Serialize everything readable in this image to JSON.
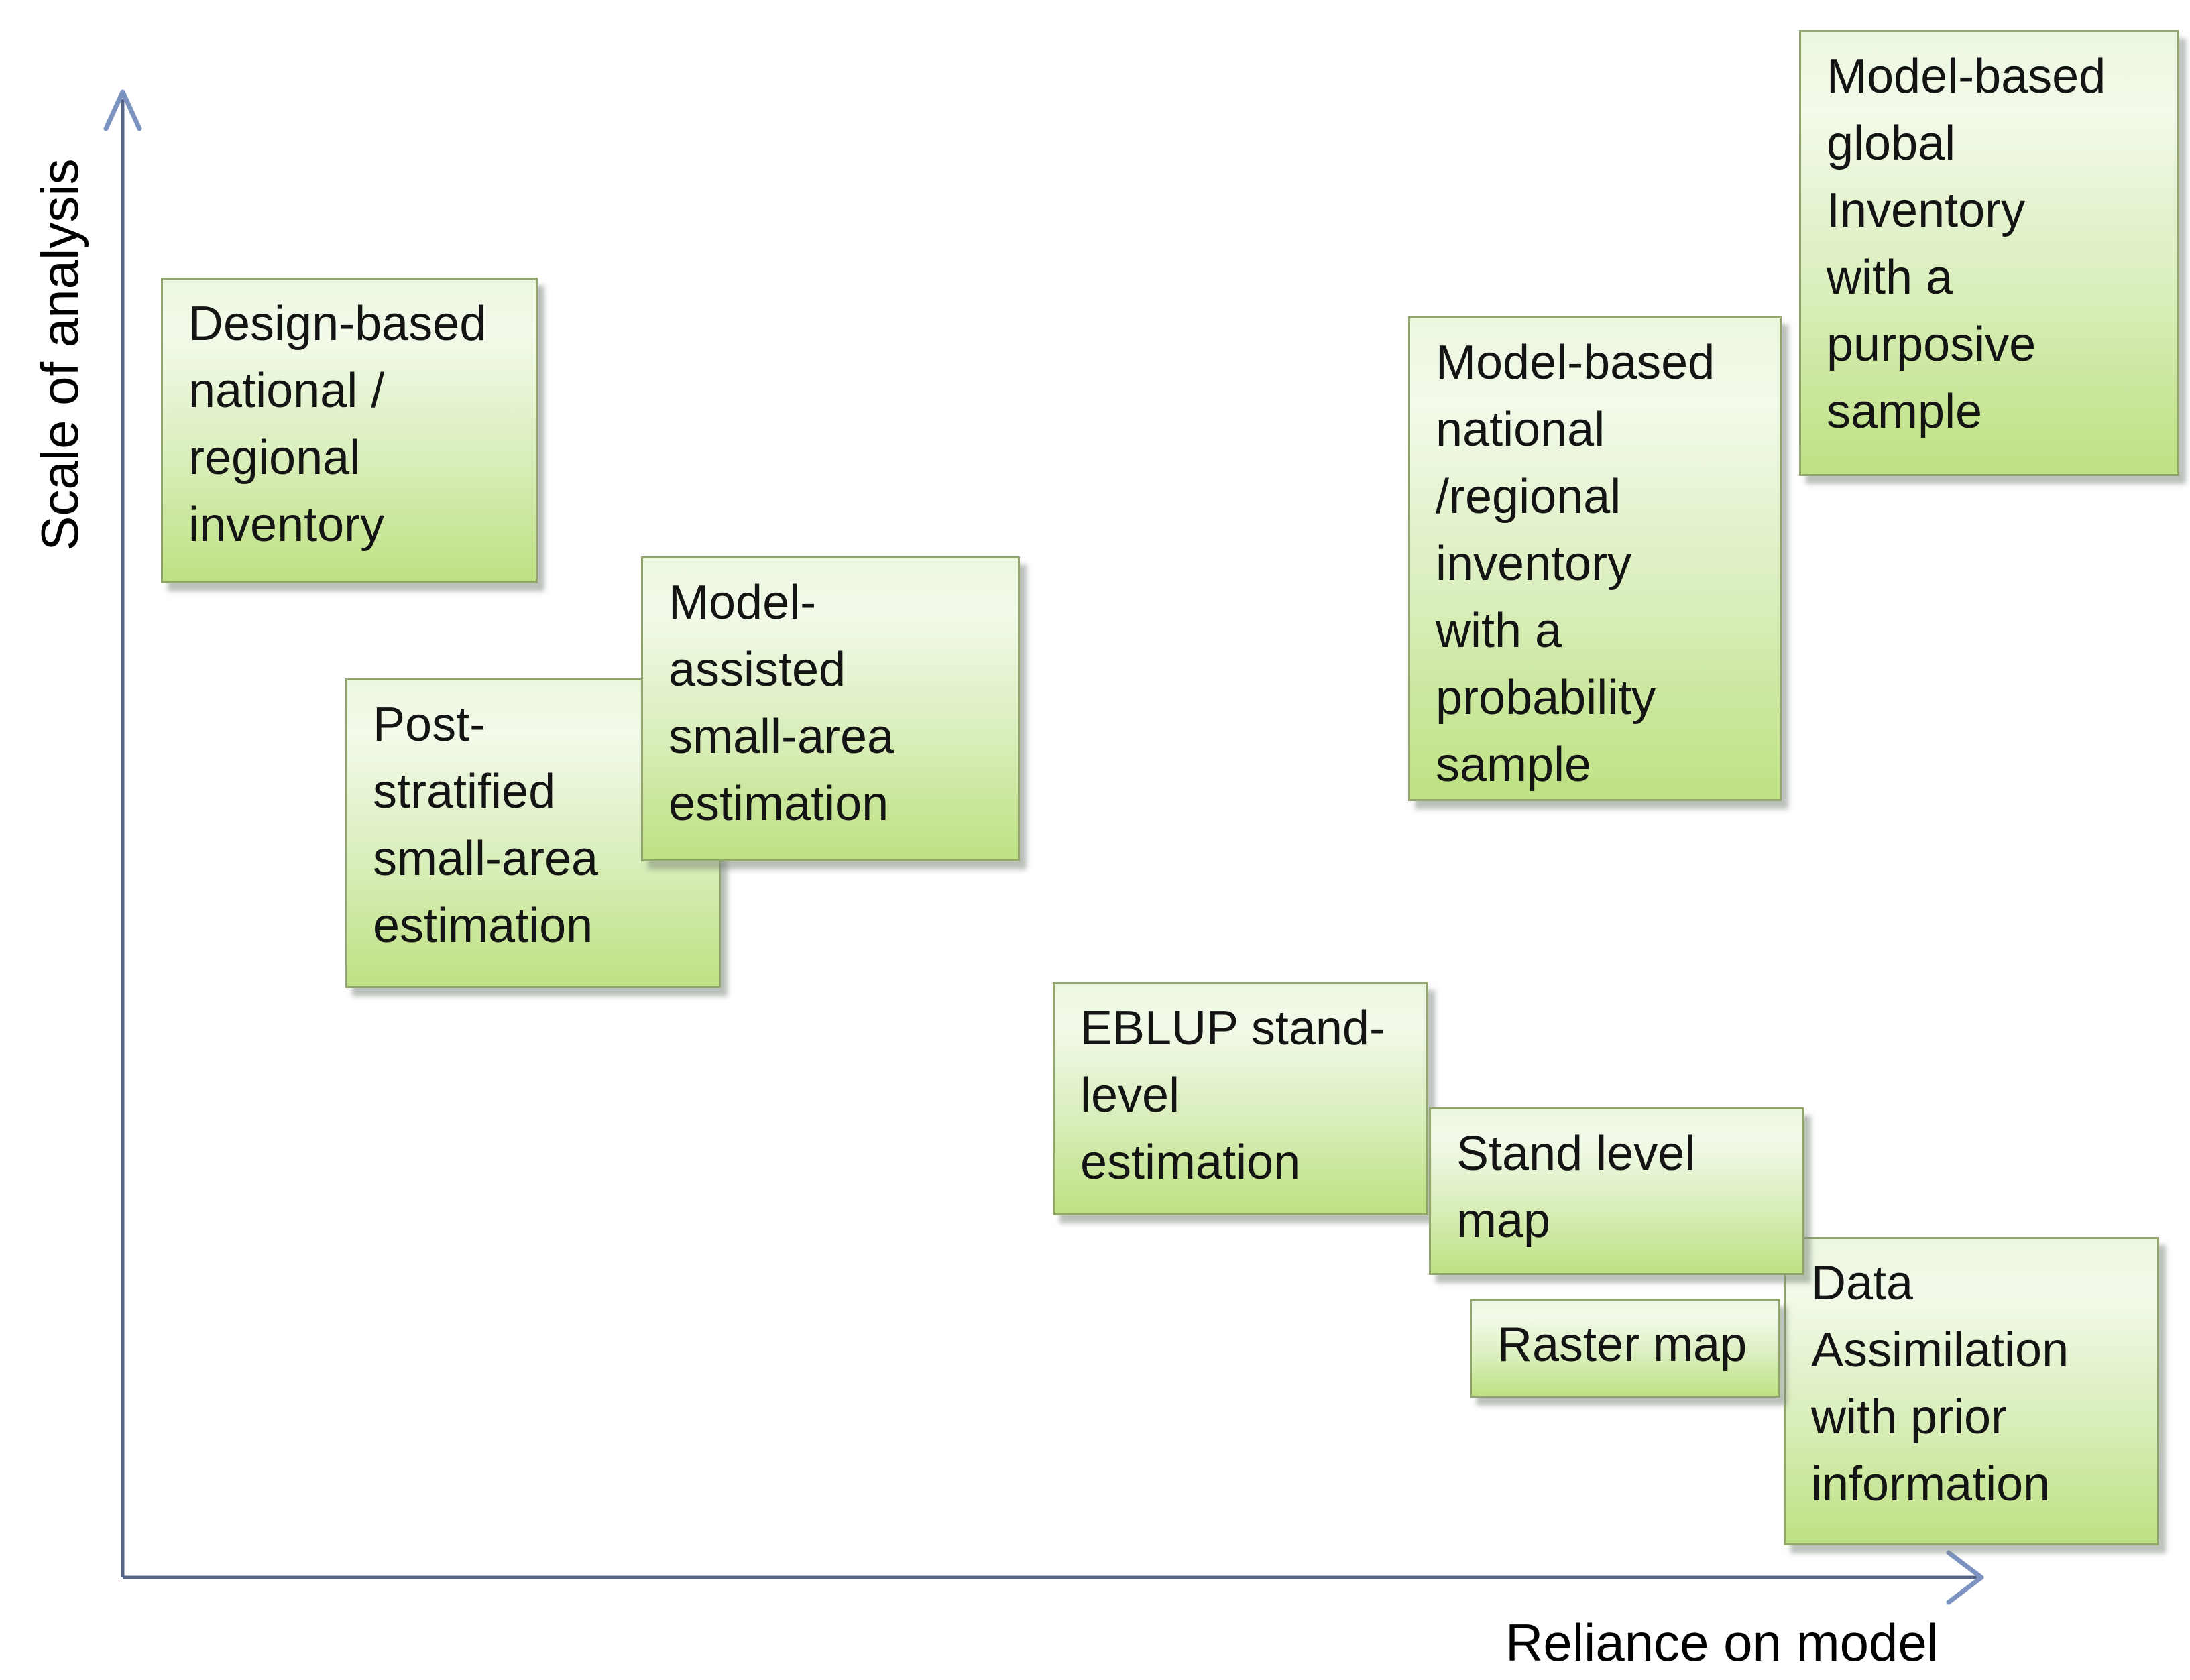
{
  "figure": {
    "y_axis_label": "Scale of analysis",
    "x_axis_label": "Reliance on model"
  },
  "boxes": [
    {
      "id": "design-based-national-regional-inventory",
      "label": "Design-based\nnational /\nregional\ninventory"
    },
    {
      "id": "post-stratified-small-area-estimation",
      "label": "Post-\nstratified\nsmall-area\nestimation"
    },
    {
      "id": "model-assisted-small-area-estimation",
      "label": "Model-\nassisted\nsmall-area\nestimation"
    },
    {
      "id": "eblup-stand-level-estimation",
      "label": "EBLUP stand-\nlevel\nestimation"
    },
    {
      "id": "stand-level-map",
      "label": "Stand level\nmap"
    },
    {
      "id": "raster-map",
      "label": "Raster map"
    },
    {
      "id": "data-assimilation-with-prior-information",
      "label": "Data\nAssimilation\nwith prior\ninformation"
    },
    {
      "id": "model-based-national-regional-inventory-with-probability-sample",
      "label": "Model-based\nnational\n/regional\ninventory\nwith a\nprobability\nsample"
    },
    {
      "id": "model-based-global-inventory-with-purposive-sample",
      "label": "Model-based\nglobal\nInventory\nwith a\npurposive\nsample"
    }
  ],
  "colors": {
    "axis": "#55658a",
    "axis_head": "#7c92c0",
    "box_border": "#93a56f",
    "g1": "#ecf7e0",
    "g2": "#dcefc0",
    "g3": "#bee182",
    "text": "#141414"
  }
}
